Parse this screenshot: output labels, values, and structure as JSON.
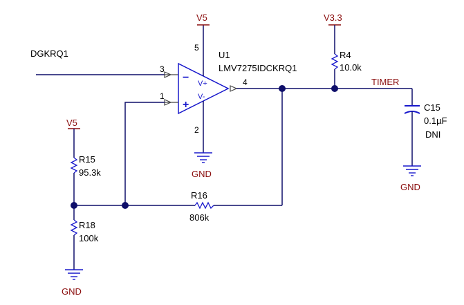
{
  "schematic": {
    "input_net_label": "DGKRQ1",
    "opamp": {
      "ref": "U1",
      "part": "LMV7275IDCKRQ1",
      "pin_in_minus": "3",
      "pin_in_plus": "1",
      "pin_out": "4",
      "pin_vcc": "5",
      "pin_gnd": "2",
      "sign_minus": "−",
      "sign_plus": "+",
      "label_vplus": "V+",
      "label_vminus": "V-"
    },
    "power": {
      "v5_top": "V5",
      "v5_left": "V5",
      "v33": "V3.3"
    },
    "ground_labels": {
      "opamp": "GND",
      "c15": "GND",
      "r18": "GND"
    },
    "output_net": "TIMER",
    "resistors": {
      "r4": {
        "ref": "R4",
        "value": "10.0k"
      },
      "r15": {
        "ref": "R15",
        "value": "95.3k"
      },
      "r16": {
        "ref": "R16",
        "value": "806k"
      },
      "r18": {
        "ref": "R18",
        "value": "100k"
      }
    },
    "capacitor": {
      "ref": "C15",
      "value": "0.1µF",
      "note": "DNI"
    }
  }
}
